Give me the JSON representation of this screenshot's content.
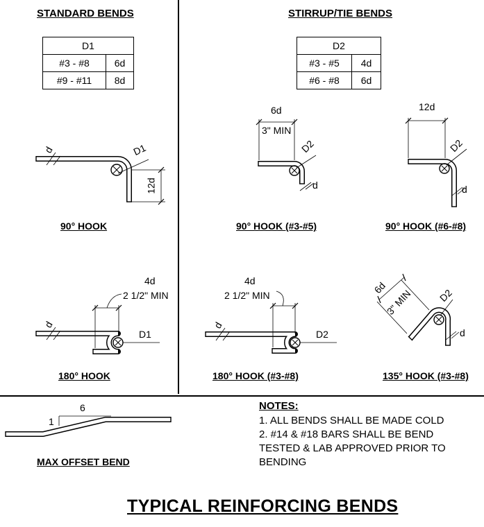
{
  "sections": {
    "standard": "STANDARD BENDS",
    "stirrup": "STIRRUP/TIE BENDS"
  },
  "tables": {
    "d1": {
      "header": "D1",
      "rows": [
        {
          "range": "#3 - #8",
          "value": "6d"
        },
        {
          "range": "#9 - #11",
          "value": "8d"
        }
      ]
    },
    "d2": {
      "header": "D2",
      "rows": [
        {
          "range": "#3 - #5",
          "value": "4d"
        },
        {
          "range": "#6 - #8",
          "value": "6d"
        }
      ]
    }
  },
  "captions": {
    "hook90": "90° HOOK",
    "hook90_35": "90° HOOK (#3-#5)",
    "hook90_68": "90° HOOK (#6-#8)",
    "hook180": "180° HOOK",
    "hook180_38": "180° HOOK (#3-#8)",
    "hook135": "135° HOOK (#3-#8)",
    "offset": "MAX OFFSET BEND"
  },
  "labels": {
    "d": "d",
    "D1": "D1",
    "D2": "D2",
    "twelve_d": "12d",
    "six_d": "6d",
    "four_d": "4d",
    "three_min": "3\" MIN",
    "two_half_min": "2 1/2\" MIN",
    "offset_run": "6",
    "offset_rise": "1"
  },
  "notes": {
    "title": "NOTES:",
    "items": [
      "1.  ALL BENDS SHALL BE MADE COLD",
      "2.  #14 & #18 BARS SHALL BE BEND",
      "TESTED & LAB APPROVED PRIOR TO",
      "BENDING"
    ]
  },
  "title": "TYPICAL REINFORCING BENDS"
}
